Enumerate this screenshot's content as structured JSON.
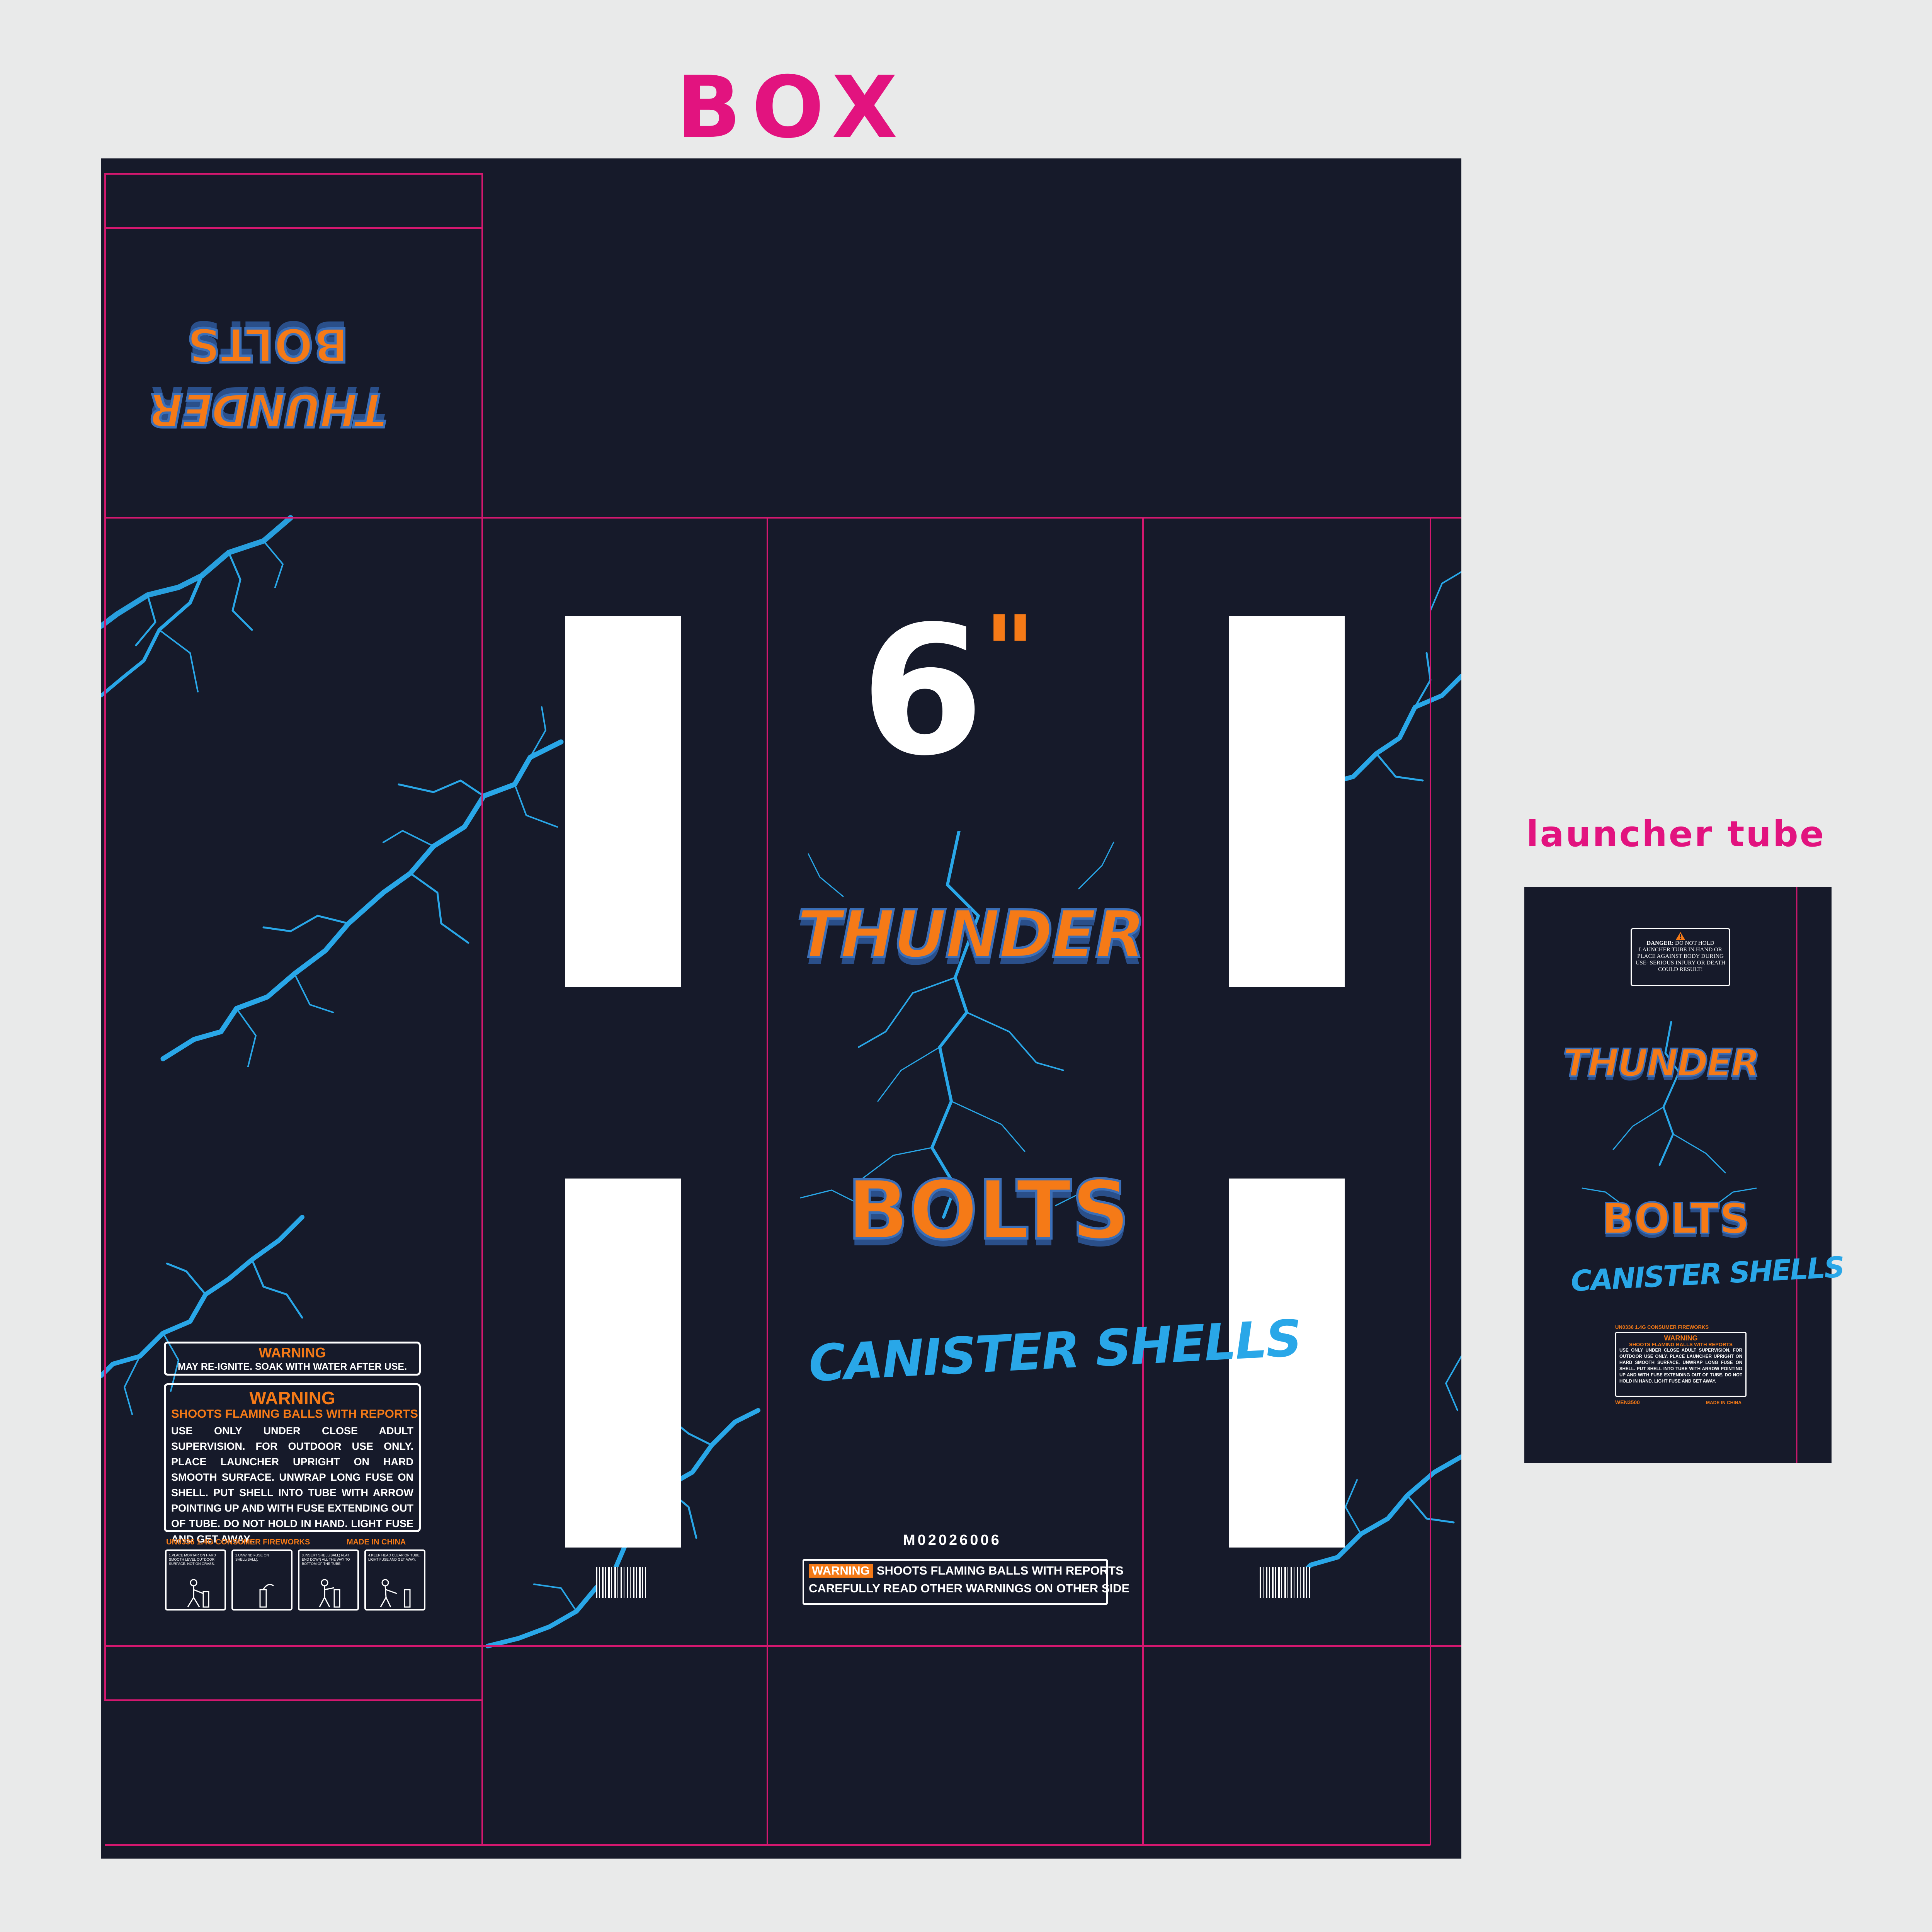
{
  "box": {
    "heading": "BOX",
    "size_label": "6\"",
    "logo": {
      "line1": "THUNDER",
      "line2": "BOLTS",
      "subtitle": "CANISTER SHELLS"
    },
    "item_code": "M02026006",
    "front_warning": {
      "tag": "WARNING",
      "line1": "SHOOTS FLAMING BALLS WITH REPORTS",
      "line2": "CAREFULLY READ OTHER WARNINGS ON OTHER SIDE"
    },
    "side_warning_small": {
      "title": "WARNING",
      "text": "MAY RE-IGNITE. SOAK WITH WATER AFTER USE."
    },
    "side_warning_large": {
      "title": "WARNING",
      "subtitle": "SHOOTS FLAMING BALLS WITH REPORTS",
      "text": "USE ONLY UNDER CLOSE ADULT SUPERVISION. FOR OUTDOOR USE ONLY. PLACE LAUNCHER UPRIGHT ON HARD SMOOTH SURFACE. UNWRAP LONG FUSE ON SHELL. PUT SHELL INTO TUBE WITH ARROW POINTING UP AND WITH FUSE EXTENDING OUT OF TUBE. DO NOT HOLD IN HAND. LIGHT FUSE AND GET AWAY.."
    },
    "classification": "UN0336 1.4G  CONSUMER FIREWORKS",
    "origin": "MADE IN CHINA",
    "steps": [
      "1.PLACE MORTAR ON HARD SMOOTH LEVEL OUTDOOR SURFACE. NOT ON GRASS.",
      "2.UNWIND FUSE ON SHELL(BALL).",
      "3.INSERT SHELL(BALL) FLAT END DOWN ALL THE WAY TO BOTTOM OF THE TUBE.",
      "4.KEEP HEAD CLEAR OF TUBE. LIGHT FUSE AND GET AWAY."
    ]
  },
  "tube": {
    "heading": "launcher tube",
    "danger": {
      "title": "DANGER:",
      "text": "DO NOT HOLD LAUNCHER TUBE IN HAND OR PLACE AGAINST BODY DURING USE- SERIOUS INJURY OR DEATH COULD RESULT!"
    },
    "logo": {
      "line1": "THUNDER",
      "line2": "BOLTS",
      "subtitle": "CANISTER SHELLS"
    },
    "classification": "UN0336 1.4G  CONSUMER FIREWORKS",
    "warning": {
      "title": "WARNING",
      "subtitle": "SHOOTS FLAMING BALLS WITH REPORTS",
      "text": "USE ONLY UNDER CLOSE ADULT SUPERVISION. FOR OUTDOOR USE ONLY. PLACE LAUNCHER UPRIGHT ON HARD SMOOTH SURFACE. UNWRAP LONG FUSE ON SHELL. PUT SHELL INTO TUBE WITH ARROW POINTING UP AND WITH FUSE EXTENDING OUT OF TUBE. DO NOT HOLD IN HAND. LIGHT FUSE AND GET AWAY."
    },
    "code": "WEN3500",
    "origin": "MADE IN CHINA"
  },
  "colors": {
    "background": "#e9eaea",
    "panel": "#161a2a",
    "dieline": "#d4186f",
    "heading": "#e2137f",
    "orange": "#f57a17",
    "lightning": "#29a7e8"
  }
}
